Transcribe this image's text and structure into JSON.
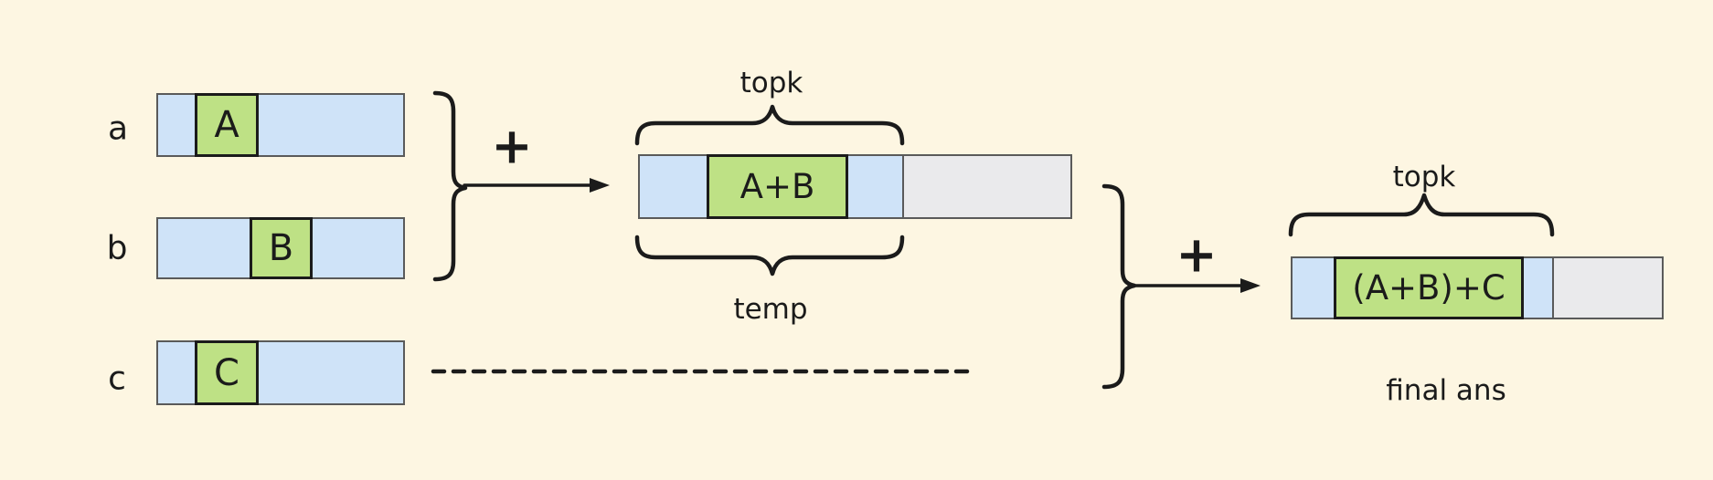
{
  "palette": {
    "background": "#fdf6e2",
    "blue": "#cfe3f8",
    "green": "#bee185",
    "gray": "#eaeaec",
    "border": "#5a5a5a",
    "ink": "#1b1b1b"
  },
  "rows": [
    {
      "label": "a",
      "cell": "A"
    },
    {
      "label": "b",
      "cell": "B"
    },
    {
      "label": "c",
      "cell": "C"
    }
  ],
  "operators": {
    "plus_ab": "+",
    "plus_final": "+"
  },
  "temp": {
    "topk": "topk",
    "cell": "A+B",
    "label": "temp"
  },
  "final": {
    "topk": "topk",
    "cell": "(A+B)+C",
    "caption": "final ans"
  }
}
